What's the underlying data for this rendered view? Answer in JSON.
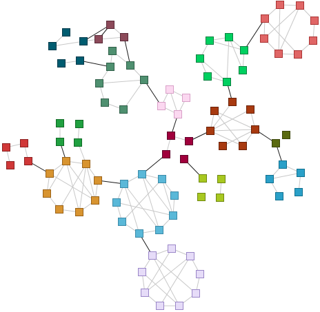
{
  "graph": {
    "communities": [
      {
        "id": "red-top-right",
        "color": "#e06666",
        "stroke": "#a33",
        "nodes": [
          "r1",
          "r2",
          "r3",
          "r4",
          "r5",
          "r6",
          "r7",
          "r8"
        ]
      },
      {
        "id": "green-bright",
        "color": "#00d060",
        "stroke": "#0a8040",
        "nodes": [
          "g1",
          "g2",
          "g3",
          "g4",
          "g5",
          "g6",
          "g7"
        ]
      },
      {
        "id": "navy-teal",
        "color": "#005c70",
        "stroke": "#00394a",
        "nodes": [
          "n1",
          "n2",
          "n3",
          "n4",
          "n5"
        ]
      },
      {
        "id": "mauve",
        "color": "#8c4a5a",
        "stroke": "#5a2a38",
        "nodes": [
          "m1",
          "m2",
          "m3"
        ]
      },
      {
        "id": "sage",
        "color": "#4f9070",
        "stroke": "#2f5f48",
        "nodes": [
          "s1",
          "s2",
          "s3",
          "s4",
          "s5",
          "s6",
          "s7"
        ]
      },
      {
        "id": "pink-light",
        "color": "#fbd8f0",
        "stroke": "#d9a0c8",
        "nodes": [
          "p1",
          "p2",
          "p3",
          "p4"
        ]
      },
      {
        "id": "crimson",
        "color": "#a0003c",
        "stroke": "#60002a",
        "nodes": [
          "c1",
          "c2",
          "c3",
          "c4",
          "c5"
        ]
      },
      {
        "id": "rust",
        "color": "#a83a10",
        "stroke": "#6a2005",
        "nodes": [
          "u1",
          "u2",
          "u3",
          "u4",
          "u5",
          "u6",
          "u7"
        ]
      },
      {
        "id": "olive",
        "color": "#5a6a10",
        "stroke": "#3a4508",
        "nodes": [
          "o1",
          "o2"
        ]
      },
      {
        "id": "cyan-blue",
        "color": "#2aa0c8",
        "stroke": "#10708f",
        "nodes": [
          "b1",
          "b2",
          "b3",
          "b4",
          "b5"
        ]
      },
      {
        "id": "red-left",
        "color": "#d03838",
        "stroke": "#8a1f1f",
        "nodes": [
          "l1",
          "l2",
          "l3",
          "l4"
        ]
      },
      {
        "id": "dark-green",
        "color": "#20a040",
        "stroke": "#0f6a25",
        "nodes": [
          "d1",
          "d2",
          "d3",
          "d4"
        ]
      },
      {
        "id": "orange",
        "color": "#d89430",
        "stroke": "#9a6218",
        "nodes": [
          "a1",
          "a2",
          "a3",
          "a4",
          "a5",
          "a6",
          "a7",
          "a8"
        ]
      },
      {
        "id": "sky",
        "color": "#5ab8d8",
        "stroke": "#3a8aa8",
        "nodes": [
          "k1",
          "k2",
          "k3",
          "k4",
          "k5",
          "k6",
          "k7",
          "k8",
          "k9",
          "k10"
        ]
      },
      {
        "id": "lime",
        "color": "#a8c820",
        "stroke": "#6f8810",
        "nodes": [
          "y1",
          "y2",
          "y3",
          "y4"
        ]
      },
      {
        "id": "lavender",
        "color": "#e6dcf8",
        "stroke": "#9a86c8",
        "nodes": [
          "v1",
          "v2",
          "v3",
          "v4",
          "v5",
          "v6",
          "v7",
          "v8",
          "v9"
        ]
      }
    ]
  }
}
